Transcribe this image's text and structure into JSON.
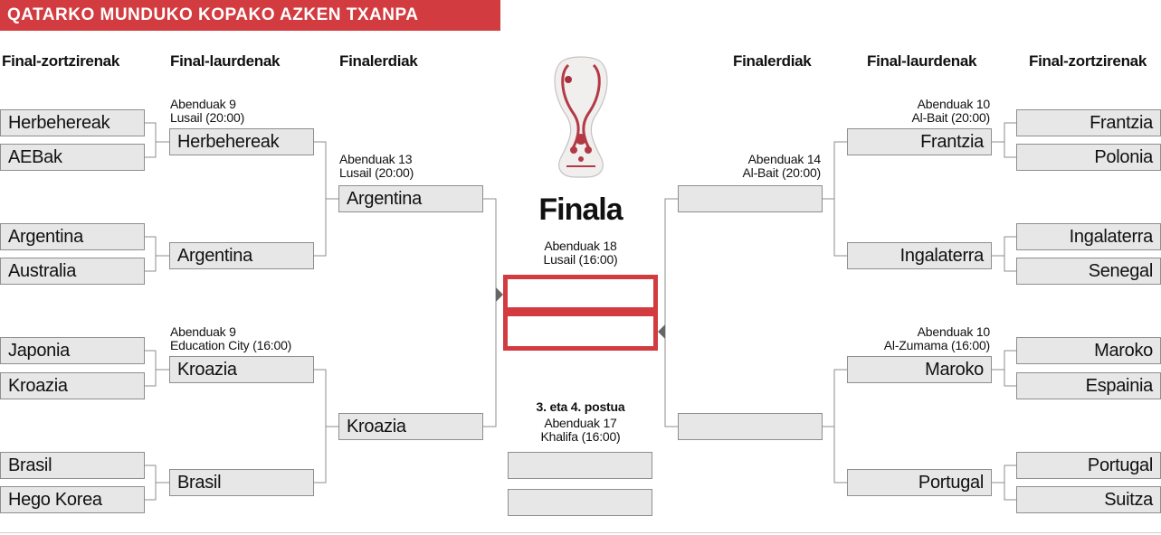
{
  "header": {
    "title": "QATARKO MUNDUKO KOPAKO AZKEN TXANPA"
  },
  "columns": {
    "left": [
      "Final-zortzirenak",
      "Final-laurdenak",
      "Finalerdiak"
    ],
    "right": [
      "Finalerdiak",
      "Final-laurdenak",
      "Final-zortzirenak"
    ]
  },
  "left": {
    "r16": [
      "Herbehereak",
      "AEBak",
      "Argentina",
      "Australia",
      "Japonia",
      "Kroazia",
      "Brasil",
      "Hego Korea"
    ],
    "qf": [
      "Herbehereak",
      "Argentina",
      "Kroazia",
      "Brasil"
    ],
    "qf_info": [
      [
        "Abenduak 9",
        "Lusail (20:00)"
      ],
      [
        "Abenduak 9",
        "Education City (16:00)"
      ]
    ],
    "sf": [
      "Argentina",
      "Kroazia"
    ],
    "sf_info": [
      "Abenduak 13",
      "Lusail (20:00)"
    ]
  },
  "right": {
    "r16": [
      "Frantzia",
      "Polonia",
      "Ingalaterra",
      "Senegal",
      "Maroko",
      "Espainia",
      "Portugal",
      "Suitza"
    ],
    "qf": [
      "Frantzia",
      "Ingalaterra",
      "Maroko",
      "Portugal"
    ],
    "qf_info": [
      [
        "Abenduak 10",
        "Al-Bait (20:00)"
      ],
      [
        "Abenduak 10",
        "Al-Zumama (16:00)"
      ]
    ],
    "sf": [
      "",
      ""
    ],
    "sf_info": [
      "Abenduak 14",
      "Al-Bait (20:00)"
    ]
  },
  "final": {
    "title": "Finala",
    "date": "Abenduak 18",
    "venue": "Lusail (16:00)",
    "teams": [
      "",
      ""
    ]
  },
  "third": {
    "title": "3. eta 4. postua",
    "date": "Abenduak 17",
    "venue": "Khalifa (16:00)",
    "teams": [
      "",
      ""
    ]
  },
  "colors": {
    "accent": "#d23b3f",
    "box_fill": "#e7e7e7",
    "box_border": "#8e8e8e",
    "line": "#8e8e8e"
  },
  "icons": {
    "trophy": "world-cup-trophy-icon",
    "arrow": "triangle-pointer-icon"
  }
}
